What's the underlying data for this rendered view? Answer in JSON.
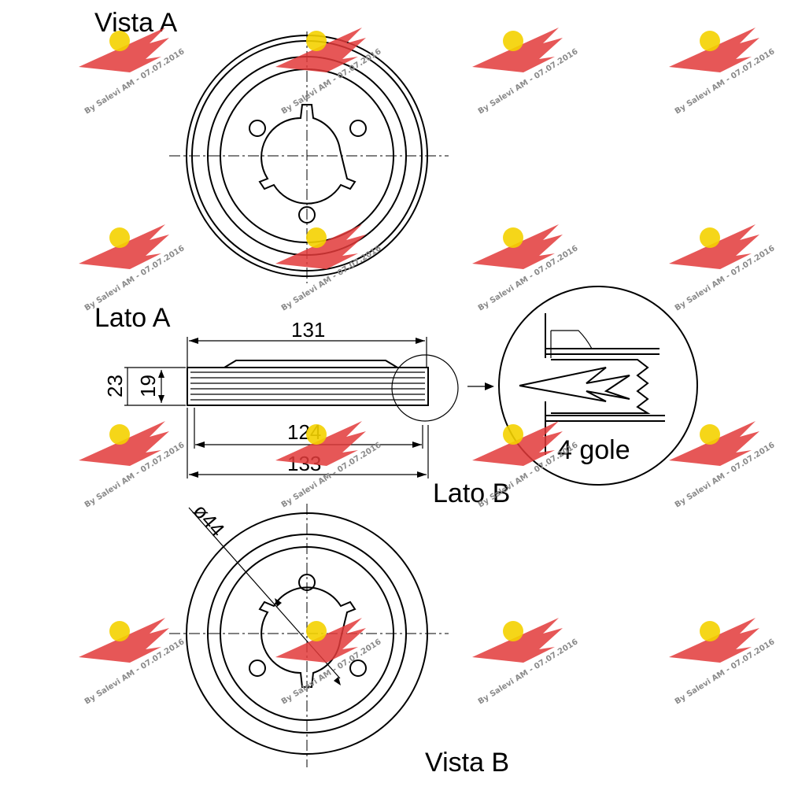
{
  "views": {
    "top_title": "Vista A",
    "bottom_title": "Vista B",
    "side_a_label": "Lato A",
    "side_b_label": "Lato B"
  },
  "dimensions": {
    "width_top": "131",
    "width_inner": "124",
    "width_outer": "133",
    "height_total": "23",
    "height_inner": "19",
    "bore_diameter": "ø44"
  },
  "detail": {
    "grooves_label": "4 gole"
  },
  "watermark": {
    "text": "By Salevi AM - 07.07.2016",
    "colors": {
      "wing": "#e23a3a",
      "badge": "#f4d200"
    }
  }
}
